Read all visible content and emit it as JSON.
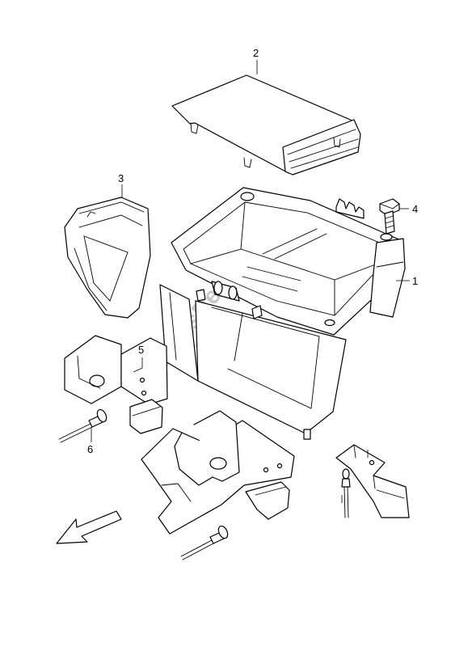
{
  "watermark": {
    "text": "PartsRepublik"
  },
  "callouts": {
    "c1": "1",
    "c2": "2",
    "c3": "3",
    "c4": "4",
    "c5": "5",
    "c6": "6"
  },
  "colors": {
    "line": "#000000",
    "background": "#ffffff",
    "watermark": "#c9c9c9"
  },
  "icons": {
    "direction_arrow": "front-direction-arrow-icon"
  }
}
